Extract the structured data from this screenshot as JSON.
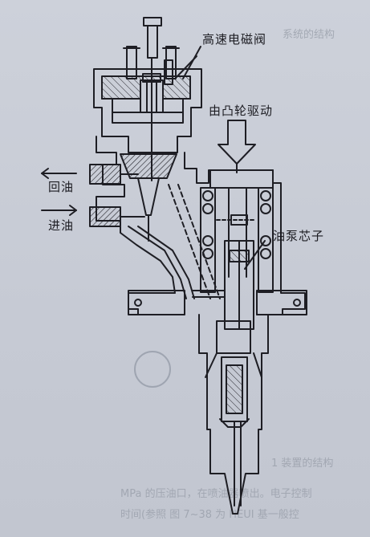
{
  "labels": {
    "solenoid_valve": "高速电磁阀",
    "cam_drive": "由凸轮驱动",
    "return_oil": "回油",
    "inlet_oil": "进油",
    "pump_core": "油泵芯子"
  },
  "bleed_through": {
    "top_right": "系统的结构",
    "bottom_middle": "1 装置的结构",
    "bottom_line_1": "MPa 的压油口，在喷油器喷出。电子控制",
    "bottom_line_2": "时间(参照 图 7~38 为 HEUI 基一般控"
  },
  "colors": {
    "ink": "#1e1e24",
    "paper": "#c9cdd6"
  }
}
